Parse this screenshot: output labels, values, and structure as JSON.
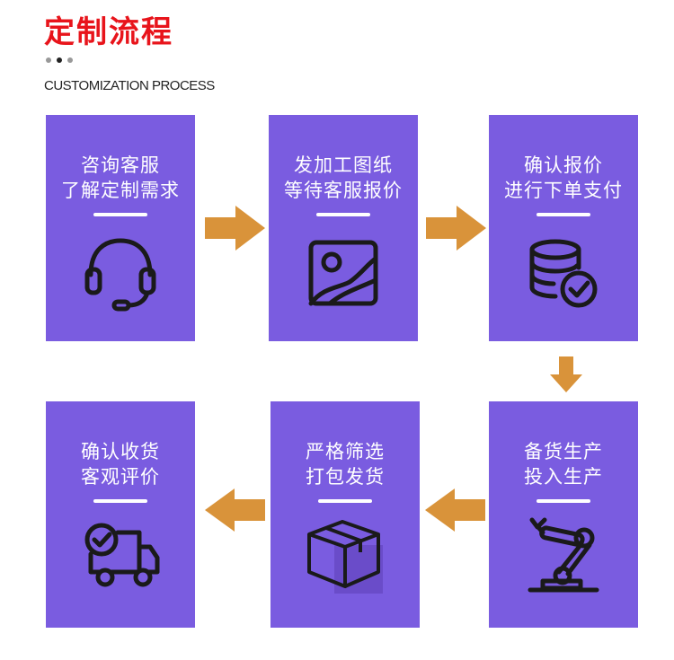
{
  "header": {
    "title": "定制流程",
    "subtitle": "CUSTOMIZATION PROCESS"
  },
  "colors": {
    "title": "#e8141b",
    "card": "#7a5ce0",
    "arrow": "#d9933a",
    "icon": "#1a1a1a"
  },
  "steps": [
    {
      "line1": "咨询客服",
      "line2": "了解定制需求",
      "icon": "headset-icon"
    },
    {
      "line1": "发加工图纸",
      "line2": "等待客服报价",
      "icon": "image-icon"
    },
    {
      "line1": "确认报价",
      "line2": "进行下单支付",
      "icon": "database-check-icon"
    },
    {
      "line1": "备货生产",
      "line2": "投入生产",
      "icon": "robot-arm-icon"
    },
    {
      "line1": "严格筛选",
      "line2": "打包发货",
      "icon": "box-icon"
    },
    {
      "line1": "确认收货",
      "line2": "客观评价",
      "icon": "truck-check-icon"
    }
  ]
}
